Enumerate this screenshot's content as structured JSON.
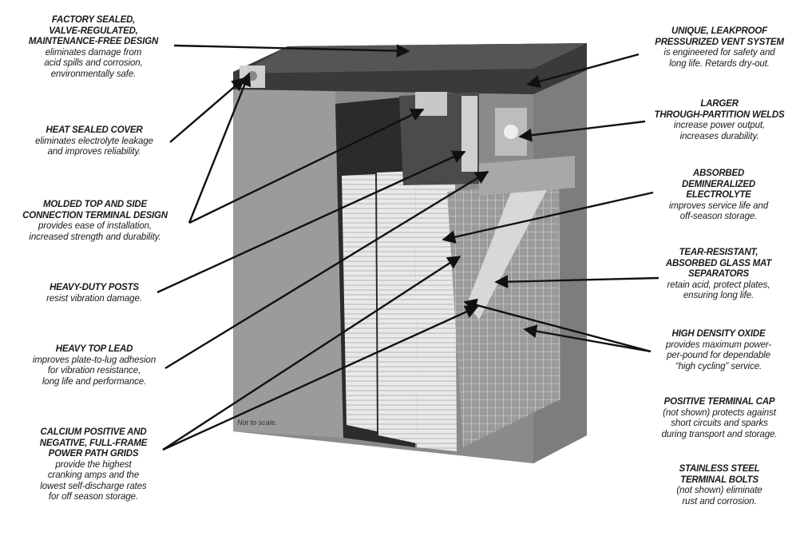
{
  "callouts": [
    {
      "id": "factory-sealed",
      "title": "FACTORY SEALED,\nVALVE-REGULATED,\nMAINTENANCE-FREE DESIGN",
      "desc": "eliminates damage from\nacid spills and corrosion,\nenvironmentally safe."
    },
    {
      "id": "heat-sealed-cover",
      "title": "HEAT SEALED COVER",
      "desc": "eliminates electrolyte leakage\nand improves reliability."
    },
    {
      "id": "molded-top",
      "title": "MOLDED TOP AND SIDE\nCONNECTION TERMINAL DESIGN",
      "desc": "provides ease of installation,\nincreased strength and durability."
    },
    {
      "id": "heavy-duty-posts",
      "title": "HEAVY-DUTY POSTS",
      "desc": "resist vibration damage."
    },
    {
      "id": "heavy-top-lead",
      "title": "HEAVY TOP LEAD",
      "desc": "improves plate-to-lug adhesion\nfor vibration resistance,\nlong life and performance."
    },
    {
      "id": "calcium-grids",
      "title": "CALCIUM POSITIVE AND\nNEGATIVE, FULL-FRAME\nPOWER PATH GRIDS",
      "desc": "provide the highest\ncranking amps and the\nlowest self-discharge rates\nfor off season storage."
    },
    {
      "id": "vent-system",
      "title": "UNIQUE, LEAKPROOF\nPRESSURIZED VENT SYSTEM",
      "desc": "is engineered for safety and\nlong life. Retards dry-out."
    },
    {
      "id": "partition-welds",
      "title": "LARGER\nTHROUGH-PARTITION WELDS",
      "desc": "increase power output,\nincreases durability."
    },
    {
      "id": "electrolyte",
      "title": "ABSORBED\nDEMINERALIZED\nELECTROLYTE",
      "desc": "improves service life and\noff-season storage."
    },
    {
      "id": "glass-mat",
      "title": "TEAR-RESISTANT,\nABSORBED GLASS MAT\nSEPARATORS",
      "desc": "retain acid, protect plates,\nensuring long life."
    },
    {
      "id": "oxide",
      "title": "HIGH DENSITY OXIDE",
      "desc": "provides maximum power-\nper-pound for dependable\n“high cycling” service."
    },
    {
      "id": "terminal-cap",
      "title": "POSITIVE TERMINAL CAP",
      "desc": "(not shown) protects against\nshort circuits and sparks\nduring transport and storage."
    },
    {
      "id": "terminal-bolts",
      "title": "STAINLESS STEEL\nTERMINAL BOLTS",
      "desc": "(not shown) eliminate\nrust and corrosion."
    }
  ],
  "note": "Not to scale."
}
